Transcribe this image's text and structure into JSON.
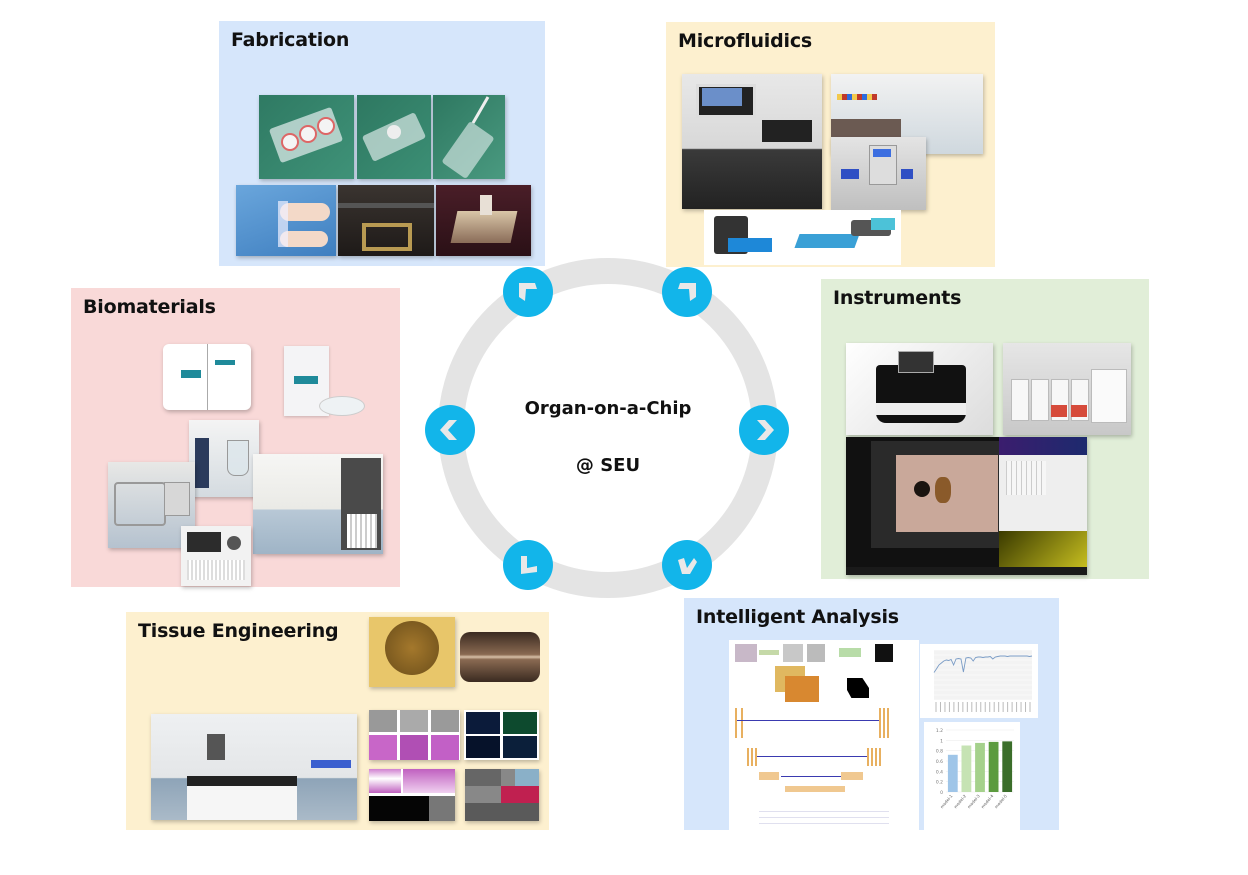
{
  "center": {
    "title": "Organ-on-a-Chip",
    "subtitle": "@ SEU"
  },
  "colors": {
    "ring": "#e4e4e4",
    "arrow": "#12b5ea",
    "panel_blue": "#d6e6fb",
    "panel_yellow": "#fdf0cf",
    "panel_pink": "#f9d9d8",
    "panel_green": "#e1eed8"
  },
  "arrows": [
    {
      "direction": "up-left",
      "icon": "arrow-up-left-icon"
    },
    {
      "direction": "up-right",
      "icon": "arrow-up-right-icon"
    },
    {
      "direction": "right",
      "icon": "chevron-right-icon"
    },
    {
      "direction": "down-right",
      "icon": "arrow-down-right-icon"
    },
    {
      "direction": "down-left",
      "icon": "arrow-down-left-icon"
    },
    {
      "direction": "left",
      "icon": "chevron-left-icon"
    }
  ],
  "panels": {
    "fabrication": {
      "title": "Fabrication",
      "images": [
        "three-well chip on cutting mat",
        "single-chamber chip on cutting mat",
        "chip with tubing",
        "chip held in fingers",
        "laser cutter",
        "3D printer"
      ]
    },
    "microfluidics": {
      "title": "Microfluidics",
      "images": [
        "pressure controller system",
        "laboratory room",
        "peristaltic pump setup",
        "chip holder render",
        "pump module render"
      ]
    },
    "biomaterials": {
      "title": "Biomaterials",
      "images": [
        "product boxes",
        "product pouch with dish",
        "reactor",
        "processing equipment",
        "production lab",
        "freeze dryer"
      ]
    },
    "instruments": {
      "title": "Instruments",
      "images": [
        "imaging instrument",
        "reagent kit bottles",
        "analysis software screen"
      ]
    },
    "tissue_engineering": {
      "title": "Tissue Engineering",
      "images": [
        "spheroid micrograph",
        "tubular tissue",
        "cell culture lab",
        "histology panels",
        "fluorescence panels",
        "H&E sections",
        "SEM panels"
      ]
    },
    "intelligent_analysis": {
      "title": "Intelligent Analysis",
      "images": [
        "segmentation pipeline diagram",
        "U-Net architecture diagram",
        "training curve",
        "model comparison bar chart"
      ]
    }
  },
  "chart_data": [
    {
      "type": "bar",
      "title": "",
      "categories": [
        "model-1",
        "model-2",
        "model-3",
        "model-4",
        "model-5"
      ],
      "values": [
        0.72,
        0.9,
        0.95,
        0.97,
        0.98
      ],
      "ylim": [
        0,
        1.2
      ],
      "yticks": [
        0,
        0.2,
        0.4,
        0.6,
        0.8,
        1,
        1.2
      ],
      "colors": [
        "#9fc5e8",
        "#c6e3b4",
        "#a5d18c",
        "#5c9b3f",
        "#3b6e2a"
      ],
      "grid": true
    },
    {
      "type": "line",
      "title": "",
      "values": [
        0.55,
        0.62,
        0.7,
        0.74,
        0.78,
        0.8,
        0.79,
        0.81,
        0.7,
        0.82,
        0.83,
        0.82,
        0.56,
        0.84,
        0.85,
        0.84,
        0.78,
        0.85,
        0.86,
        0.86,
        0.85,
        0.86,
        0.86,
        0.87,
        0.82,
        0.86,
        0.87,
        0.88,
        0.88,
        0.88,
        0.87,
        0.88,
        0.88,
        0.88,
        0.88,
        0.88,
        0.88,
        0.88,
        0.88,
        0.87,
        0.88
      ],
      "ylim": [
        0,
        1
      ],
      "grid": true
    }
  ]
}
